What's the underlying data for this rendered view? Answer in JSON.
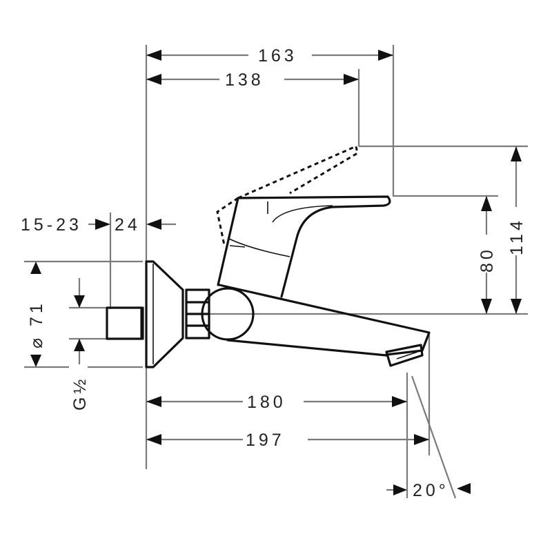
{
  "drawing": {
    "dimensions": {
      "overall_length_top": "163",
      "lever_reach": "138",
      "wall_thickness_range": "15-23",
      "plate_depth": "24",
      "plate_diameter": "⌀ 71",
      "thread": "G½",
      "spout_reach": "180",
      "overall_reach": "197",
      "spout_angle": "20°",
      "lever_height": "80",
      "lever_raised_height": "114"
    }
  }
}
